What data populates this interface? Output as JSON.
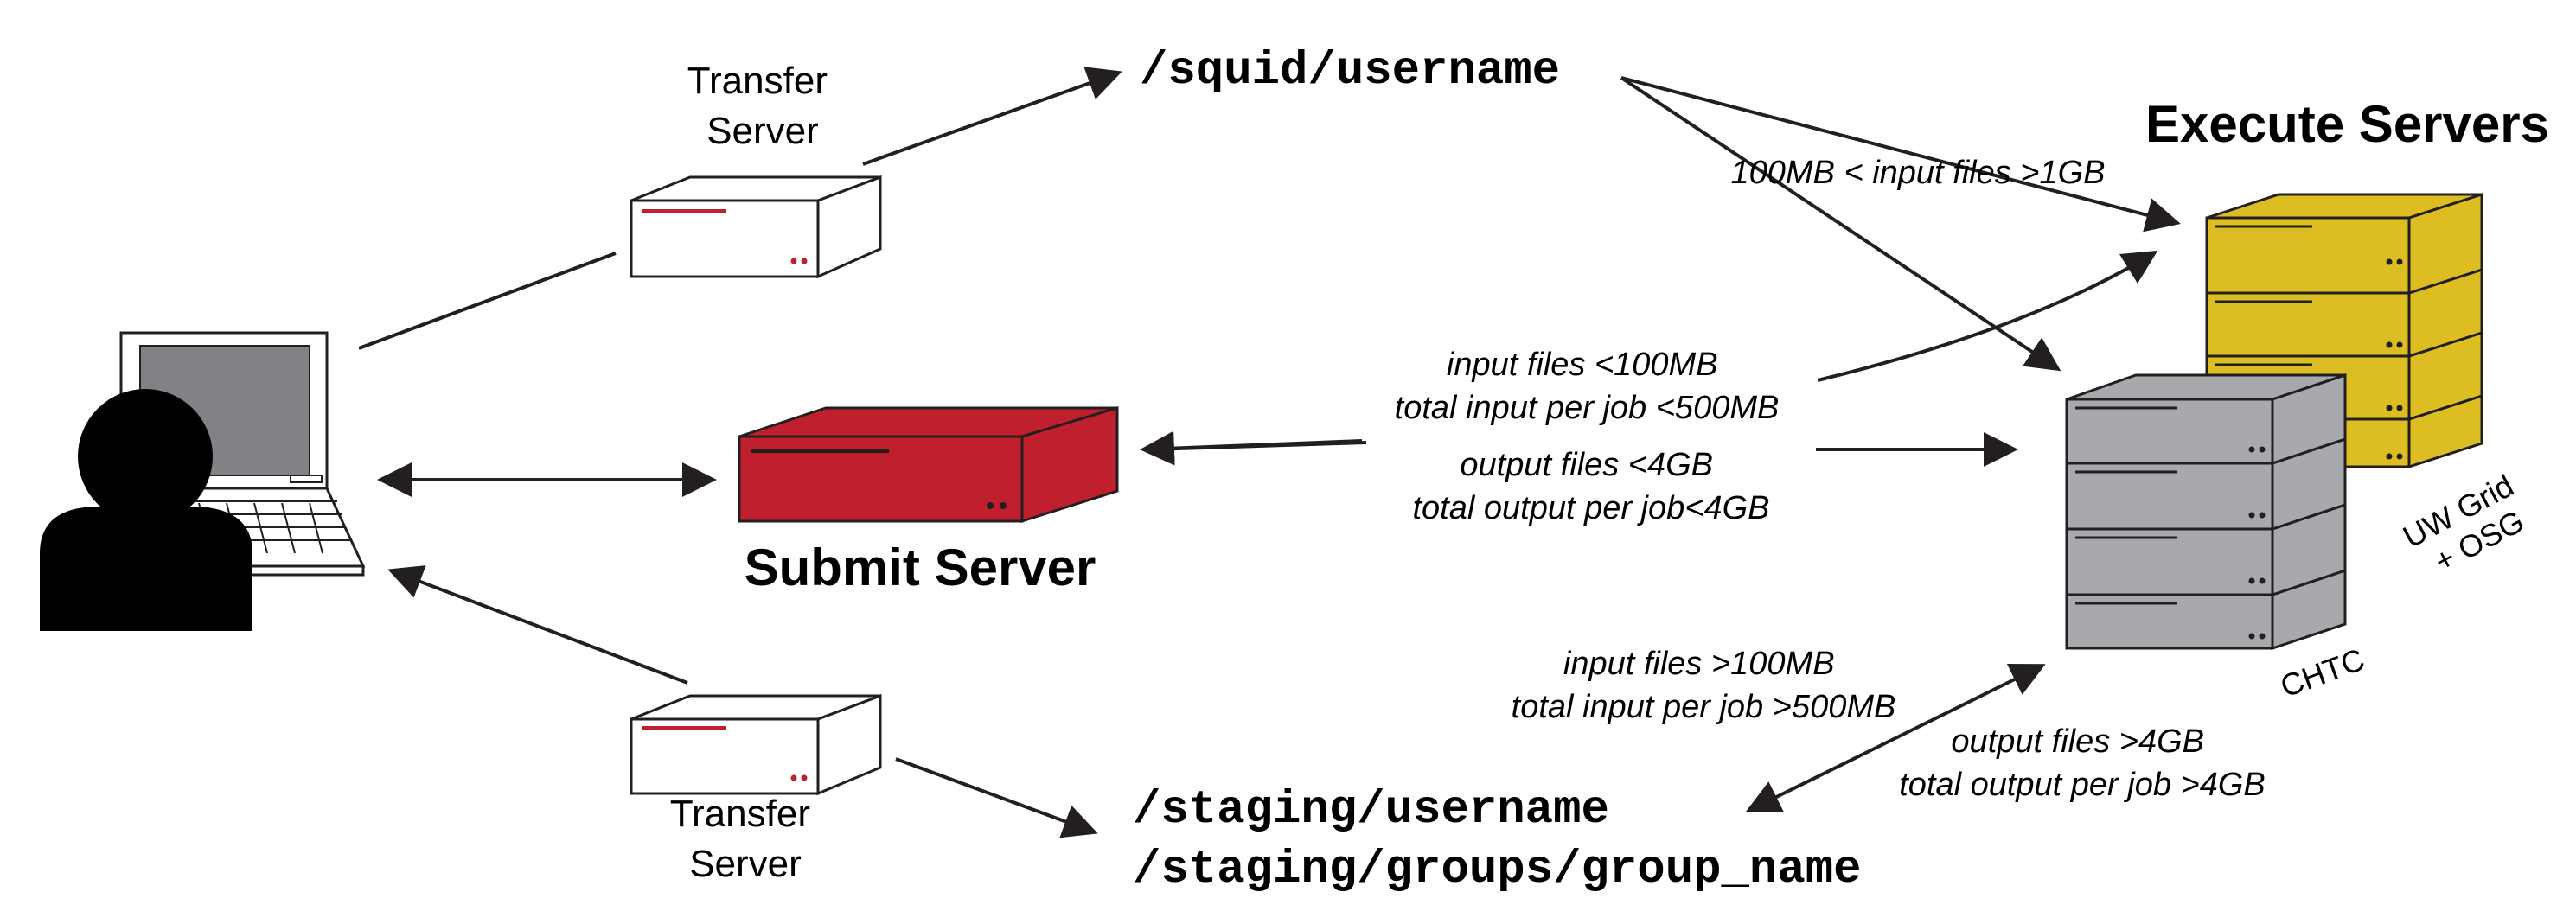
{
  "labels": {
    "transfer_server_top": [
      "Transfer",
      "Server"
    ],
    "transfer_server_bottom": [
      "Transfer",
      "Server"
    ],
    "submit_server": "Submit Server",
    "execute_servers": "Execute Servers",
    "squid_path": "/squid/username",
    "staging_paths": [
      "/staging/username",
      "/staging/groups/group_name"
    ],
    "uw_grid": [
      "UW Grid",
      "+ OSG"
    ],
    "chtc": "CHTC"
  },
  "conditions": {
    "squid": "100MB < input files >1GB",
    "submit_input": [
      "input files <100MB",
      "total input per job <500MB"
    ],
    "submit_output": [
      "output files <4GB",
      "total output per job<4GB"
    ],
    "staging_input": [
      "input files >100MB",
      "total input per job >500MB"
    ],
    "staging_output": [
      "output files >4GB",
      "total output per job >4GB"
    ]
  },
  "colors": {
    "submit_red": "#c0202e",
    "execute_yellow": "#dcbd22",
    "chtc_gray": "#a7a9ac",
    "line": "#231f20"
  },
  "icons": {
    "user": "user-silhouette-icon",
    "laptop": "laptop-icon",
    "server": "server-icon"
  }
}
